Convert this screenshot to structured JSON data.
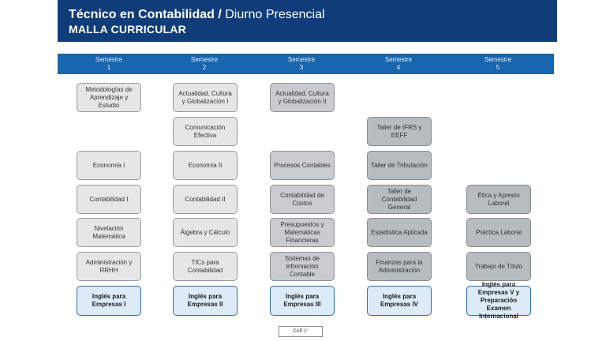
{
  "header": {
    "title_bold": "Técnico en Contabilidad /",
    "title_rest": "Diurno Presencial",
    "subtitle": "MALLA CURRICULAR"
  },
  "semesters": [
    {
      "label": "Semestre",
      "number": "1"
    },
    {
      "label": "Semestre",
      "number": "2"
    },
    {
      "label": "Semestre",
      "number": "3"
    },
    {
      "label": "Semestre",
      "number": "4"
    },
    {
      "label": "Semestre",
      "number": "5"
    }
  ],
  "courses": {
    "s1": [
      "Metodologías de Aprendizaje y Estudio",
      "Economía I",
      "Contabilidad I",
      "Nivelación Matemática",
      "Administración y RRHH",
      "Inglés para Empresas I"
    ],
    "s2": [
      "Actualidad, Cultura y Globalización I",
      "Comunicación Efectiva",
      "Economía II",
      "Contabilidad II",
      "Álgebra y Cálculo",
      "TICs para Contabilidad",
      "Inglés para Empresas II"
    ],
    "s3": [
      "Actualidad, Cultura y Globalización II",
      "Procesos Contables",
      "Contabilidad de Costos",
      "Presupuestos y Matemáticas Financieras",
      "Sistemas de información Contable",
      "Inglés para Empresas III"
    ],
    "s4": [
      "Taller de IFRS y EEFF",
      "Taller de Tributación",
      "Taller de Contabilidad General",
      "Estadística Aplicada",
      "Finanzas para la Administración",
      "Inglés para Empresas IV"
    ],
    "s5": [
      "Ética y Apresto Laboral",
      "Práctica Laboral",
      "Trabajo de Título",
      "Inglés para Empresas V y Preparación Examen Internacional"
    ]
  },
  "footer": {
    "cap_label": "CAP 1°"
  },
  "colors": {
    "header_bg": "#103d7a",
    "semester_bar_bg": "#1866ad",
    "course_light": "#e6e6e6",
    "course_mid": "#c9ccce",
    "course_dark": "#b7bcbf",
    "english_bg": "#dcebf7",
    "english_border": "#2a6aa9"
  }
}
